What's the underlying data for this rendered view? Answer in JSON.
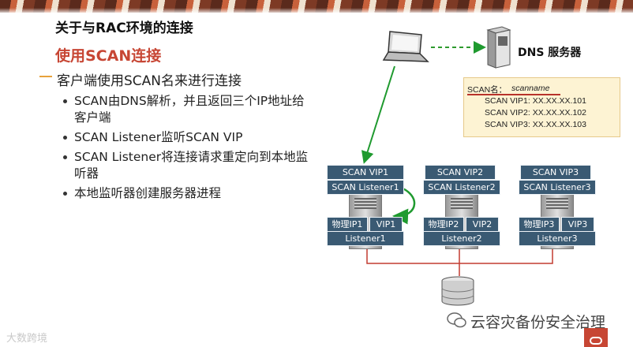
{
  "slide": {
    "title": "关于与RAC环境的连接",
    "subtitle": "使用SCAN连接",
    "level1": "客户端使用SCAN名来进行连接",
    "bullets": [
      "SCAN由DNS解析，并且返回三个IP地址给客户端",
      "SCAN Listener监听SCAN VIP",
      "SCAN Listener将连接请求重定向到本地监听器",
      "本地监听器创建服务器进程"
    ]
  },
  "diagram": {
    "dns_label": "DNS 服务器",
    "note": {
      "scan_label": "SCAN名：",
      "scan_name": "scanname",
      "vip1": "SCAN VIP1: XX.XX.XX.101",
      "vip2": "SCAN VIP2: XX.XX.XX.102",
      "vip3": "SCAN VIP3: XX.XX.XX.103"
    },
    "nodes": [
      {
        "scan_vip": "SCAN VIP1",
        "scan_listener": "SCAN Listener1",
        "physical_ip": "物理IP1",
        "vip": "VIP1",
        "listener": "Listener1"
      },
      {
        "scan_vip": "SCAN VIP2",
        "scan_listener": "SCAN Listener2",
        "physical_ip": "物理IP2",
        "vip": "VIP2",
        "listener": "Listener2"
      },
      {
        "scan_vip": "SCAN VIP3",
        "scan_listener": "SCAN Listener3",
        "physical_ip": "物理IP3",
        "vip": "VIP3",
        "listener": "Listener3"
      }
    ],
    "colors": {
      "label_bg": "#3a5a73",
      "arrow_green": "#1f9a2f",
      "dns_arrow": "#2e9a2e",
      "network_line": "#c23b30",
      "accent_red": "#c74634",
      "note_bg": "#fdf3d3"
    }
  },
  "watermarks": {
    "left": "大数跨境",
    "right": "云容灾备份安全治理"
  }
}
